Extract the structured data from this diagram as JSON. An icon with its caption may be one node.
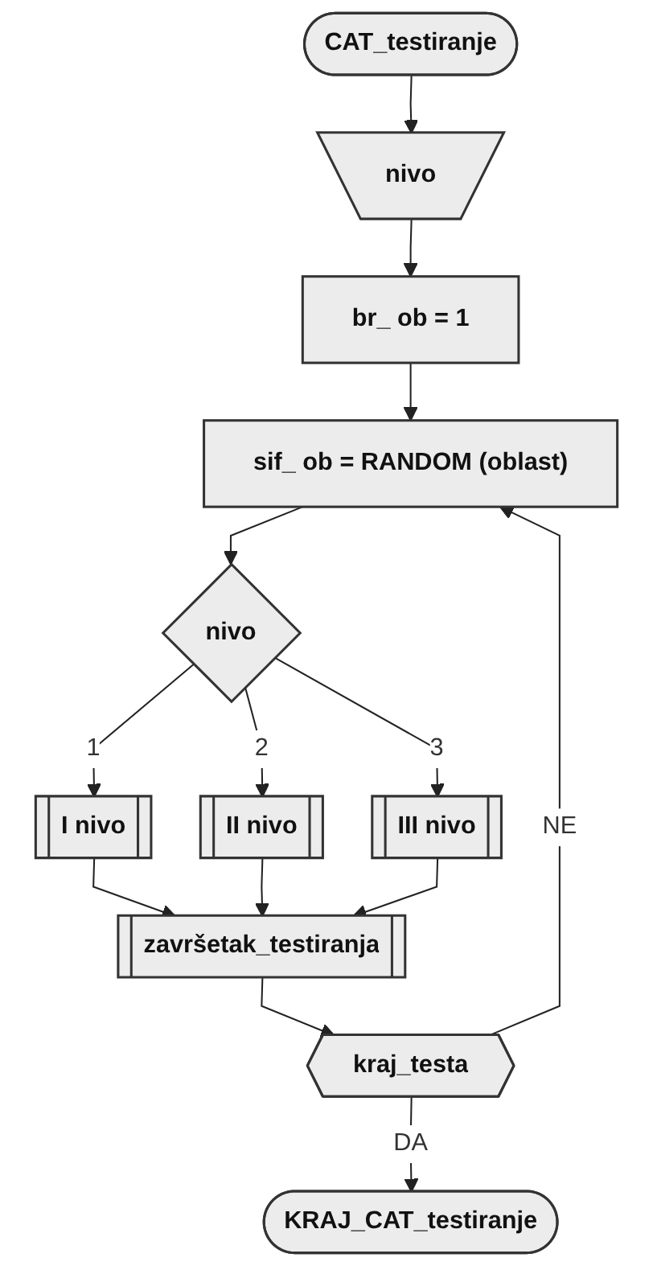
{
  "diagram": {
    "nodes": [
      {
        "text": [
          "CAT_testiranje"
        ]
      },
      {
        "text": [
          "nivo"
        ]
      },
      {
        "text": [
          "br_ ob = 1"
        ]
      },
      {
        "text": [
          "sif_ ob = RANDOM (oblast)"
        ]
      },
      {
        "text": [
          "nivo"
        ]
      },
      {
        "text": [
          "I nivo"
        ]
      },
      {
        "text": [
          "II nivo"
        ]
      },
      {
        "text": [
          "III nivo"
        ]
      },
      {
        "text": [
          "završetak_testiranja"
        ]
      },
      {
        "text": [
          "kraj_testa"
        ]
      },
      {
        "text": [
          "KRAJ_CAT_testiranje"
        ]
      }
    ],
    "edges": [
      {
        "from": 0,
        "to": 1,
        "arrow": "to"
      },
      {
        "from": 1,
        "to": 2,
        "arrow": "to"
      },
      {
        "from": 2,
        "to": 3,
        "arrow": "to"
      },
      {
        "from": 3,
        "to": 4,
        "arrow": "to"
      },
      {
        "from": 4,
        "to": 5,
        "label": "1",
        "arrow": "to"
      },
      {
        "from": 4,
        "to": 6,
        "label": "2",
        "arrow": "to"
      },
      {
        "from": 4,
        "to": 7,
        "label": "3",
        "arrow": "to"
      },
      {
        "from": 5,
        "to": 8,
        "arrow": "to"
      },
      {
        "from": 6,
        "to": 8,
        "arrow": "to"
      },
      {
        "from": 7,
        "to": 8,
        "arrow": "to"
      },
      {
        "from": 8,
        "to": 9,
        "arrow": "to"
      },
      {
        "from": 9,
        "to": 10,
        "label": "DA",
        "arrow": "to"
      },
      {
        "from": 9,
        "to": 3,
        "label": "NE",
        "arrow": "to"
      }
    ]
  }
}
